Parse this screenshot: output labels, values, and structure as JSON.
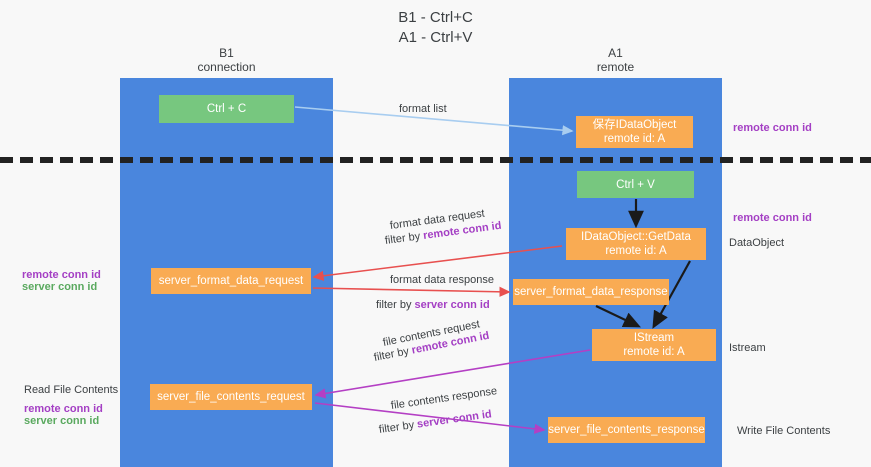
{
  "title": {
    "line1": "B1 - Ctrl+C",
    "line2": "A1 - Ctrl+V"
  },
  "lanes": [
    {
      "name": "B1",
      "sub": "connection",
      "color": "#4a86dd"
    },
    {
      "name": "A1",
      "sub": "remote",
      "color": "#4a86dd"
    }
  ],
  "nodes": {
    "ctrl_c": {
      "label": "Ctrl + C",
      "color": "#77c77f"
    },
    "ctrl_v": {
      "label": "Ctrl + V",
      "color": "#77c77f"
    },
    "idataobject": {
      "line1": "保存IDataObject",
      "line2": "remote id: A",
      "color": "#f9ab53"
    },
    "getdata": {
      "line1": "IDataObject::GetData",
      "line2": "remote id: A",
      "color": "#f9ab53"
    },
    "istream": {
      "line1": "IStream",
      "line2": "remote id: A",
      "color": "#f9ab53"
    },
    "server_format_data_request": {
      "label": "server_format_data_request",
      "color": "#f9ab53"
    },
    "server_format_data_response": {
      "label": "server_format_data_response",
      "color": "#f9ab53"
    },
    "server_file_contents_request": {
      "label": "server_file_contents_request",
      "color": "#f9ab53"
    },
    "server_file_contents_response": {
      "label": "server_file_contents_response",
      "color": "#f9ab53"
    }
  },
  "edge_labels": {
    "format_list": "format list",
    "format_data_request": "format data request",
    "format_data_request_filter_prefix": "filter by ",
    "format_data_request_filter_key": "remote conn id",
    "format_data_response": "format data response",
    "format_data_response_filter_prefix": "filter by ",
    "format_data_response_filter_key": "server conn id",
    "file_contents_request": "file contents request",
    "file_contents_request_filter_prefix": "filter by ",
    "file_contents_request_filter_key": "remote conn id",
    "file_contents_response": "file contents response",
    "file_contents_response_filter_prefix": "filter by ",
    "file_contents_response_filter_key": "server conn id"
  },
  "side_labels": {
    "remote_conn_id_top": "remote conn id",
    "remote_conn_id_mid": "remote conn id",
    "dataobject": "DataObject",
    "istream": "Istream",
    "write_file_contents": "Write File Contents",
    "left_remote_conn_id_1": "remote conn id",
    "left_server_conn_id_1": "server conn id",
    "read_file_contents": "Read File Contents",
    "left_remote_conn_id_2": "remote conn id",
    "left_server_conn_id_2": "server conn id"
  },
  "colors": {
    "lane": "#4a86dd",
    "green_node": "#77c77f",
    "orange_node": "#f9ab53",
    "purple_text": "#a43fc4",
    "green_text": "#5aa95f",
    "red_arrow": "#e8504f",
    "magenta_arrow": "#b43fc4",
    "blue_arrow": "#a8cdf0",
    "black_arrow": "#1a1a1a",
    "background": "#f8f8f8"
  }
}
